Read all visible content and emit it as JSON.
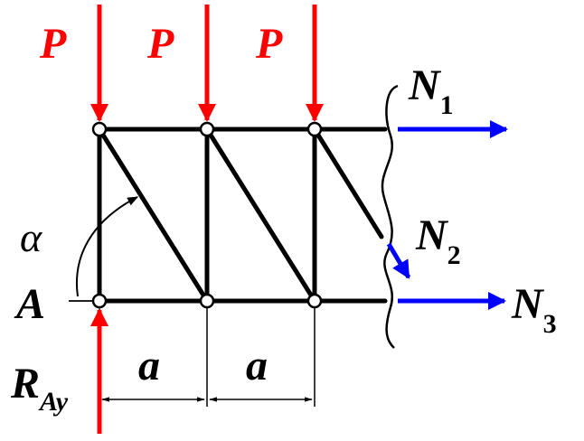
{
  "labels": {
    "load": "P",
    "n1_main": "N",
    "n1_sub": "1",
    "n2_main": "N",
    "n2_sub": "2",
    "n3_main": "N",
    "n3_sub": "3",
    "support": "A",
    "angle": "α",
    "reaction_main": "R",
    "reaction_sub": "Ay",
    "panel_width": "a"
  },
  "colors": {
    "load": "#ff0000",
    "force": "#0000ff",
    "member": "#000000"
  }
}
